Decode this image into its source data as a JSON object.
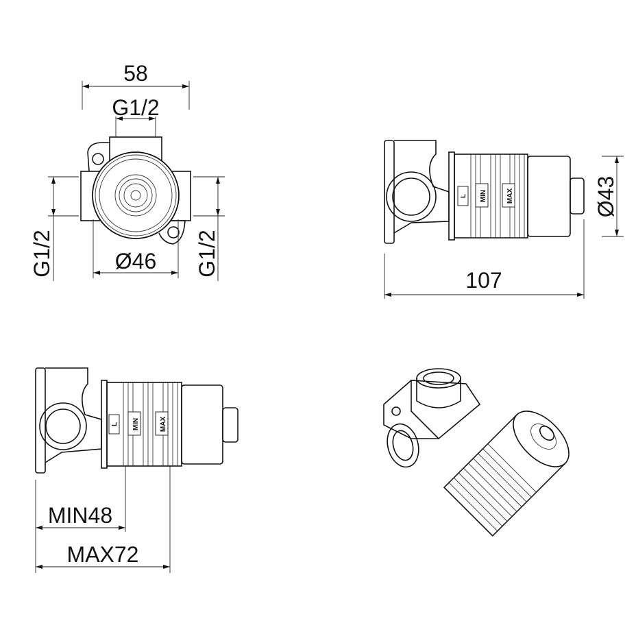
{
  "dimensions": {
    "front_width": "58",
    "front_top_thread": "G1/2",
    "front_left_thread": "G1/2",
    "front_right_thread": "G1/2",
    "front_diameter": "Ø46",
    "side_length": "107",
    "side_diameter": "Ø43",
    "min_depth": "MIN48",
    "max_depth": "MAX72"
  },
  "cartridge_markings": {
    "l": "L",
    "min": "MIN",
    "max": "MAX"
  },
  "colors": {
    "line": "#111111",
    "background": "#ffffff"
  }
}
